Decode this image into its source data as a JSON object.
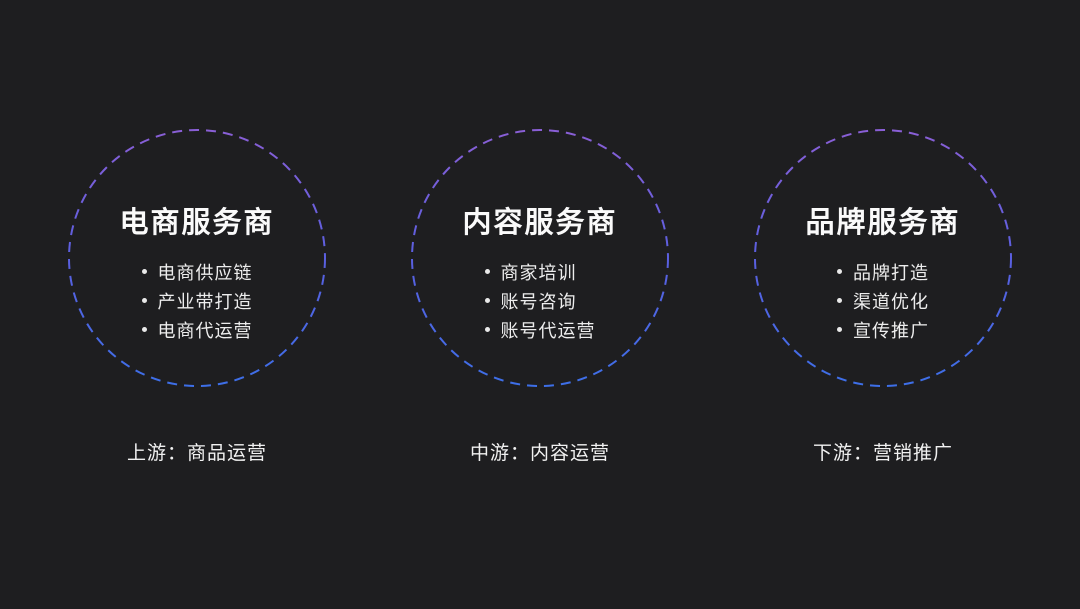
{
  "page": {
    "background": "#1e1e20",
    "text_color": "#f1f1f1",
    "circle_border_top_color": "#8a5fd6",
    "circle_border_mid_color": "#5a5fe0",
    "circle_border_bottom_color": "#3d6fe8",
    "connector_color": "#ffffff"
  },
  "nodes": [
    {
      "title": "电商服务商",
      "bullets": [
        "电商供应链",
        "产业带打造",
        "电商代运营"
      ],
      "label": "上游：商品运营"
    },
    {
      "title": "内容服务商",
      "bullets": [
        "商家培训",
        "账号咨询",
        "账号代运营"
      ],
      "label": "中游：内容运营"
    },
    {
      "title": "品牌服务商",
      "bullets": [
        "品牌打造",
        "渠道优化",
        "宣传推广"
      ],
      "label": "下游：营销推广"
    }
  ]
}
